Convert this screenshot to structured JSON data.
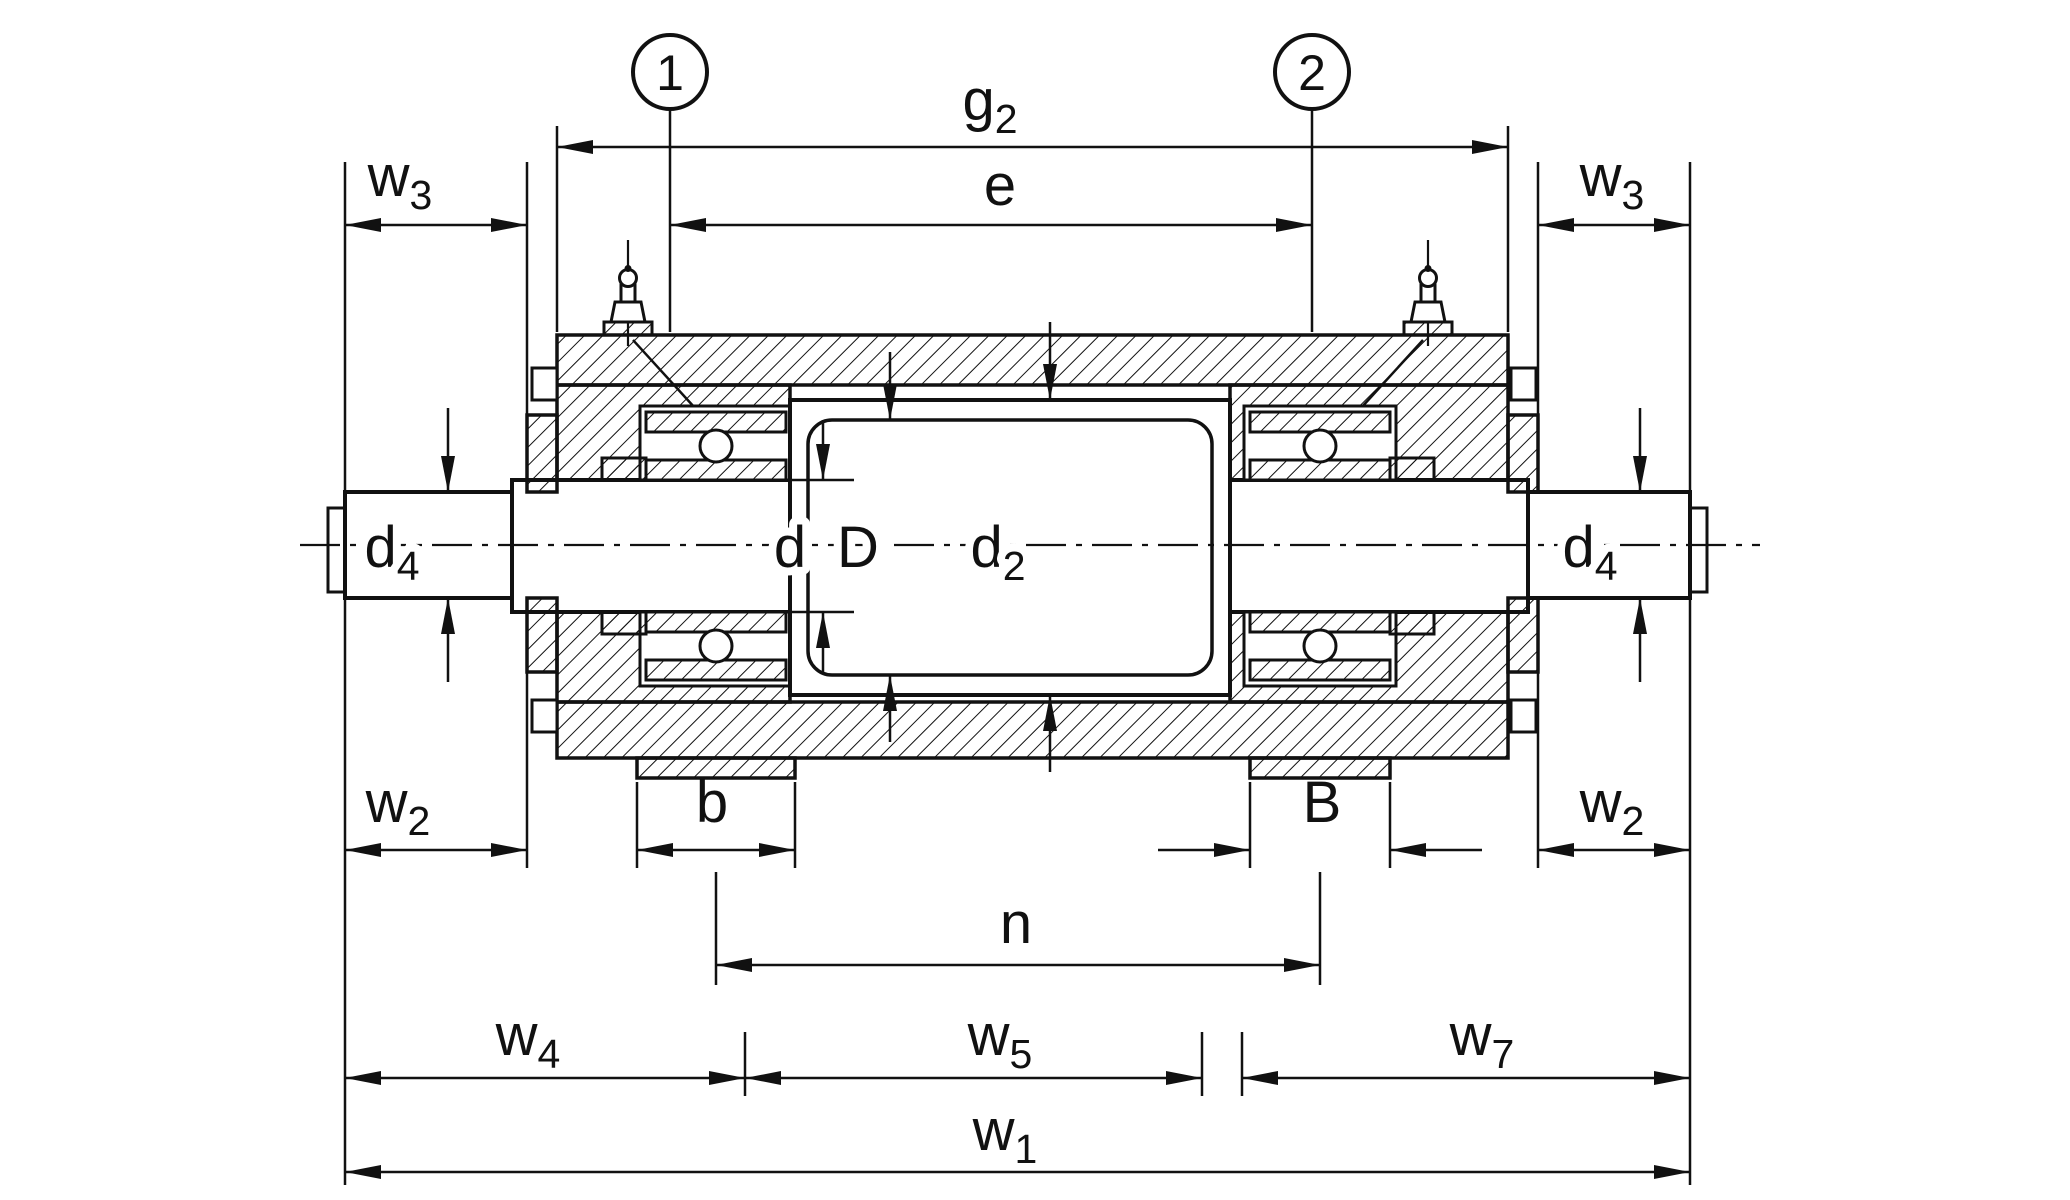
{
  "callouts": {
    "c1": "1",
    "c2": "2"
  },
  "labels": {
    "g2": {
      "base": "g",
      "sub": "2"
    },
    "e": {
      "base": "e",
      "sub": ""
    },
    "w3": {
      "base": "w",
      "sub": "3"
    },
    "d4": {
      "base": "d",
      "sub": "4"
    },
    "d": {
      "base": "d",
      "sub": ""
    },
    "D_big": {
      "base": "D",
      "sub": ""
    },
    "d2": {
      "base": "d",
      "sub": "2"
    },
    "w2": {
      "base": "w",
      "sub": "2"
    },
    "b": {
      "base": "b",
      "sub": ""
    },
    "B_big": {
      "base": "B",
      "sub": ""
    },
    "n": {
      "base": "n",
      "sub": ""
    },
    "w4": {
      "base": "w",
      "sub": "4"
    },
    "w5": {
      "base": "w",
      "sub": "5"
    },
    "w7": {
      "base": "w",
      "sub": "7"
    },
    "w1": {
      "base": "w",
      "sub": "1"
    }
  },
  "colors": {
    "line": "#111111",
    "background": "#ffffff"
  }
}
